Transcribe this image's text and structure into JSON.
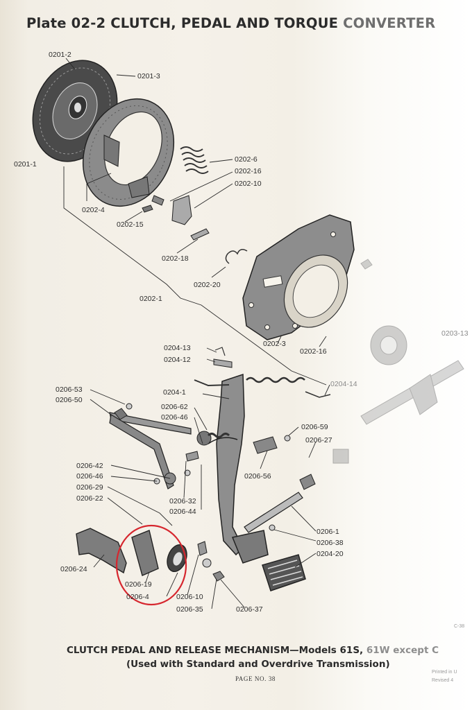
{
  "header": {
    "plate_title": "Plate 02-2  CLUTCH, PEDAL AND TORQUE",
    "plate_title_faded": " CONVERTER"
  },
  "labels": {
    "l0201_2": "0201-2",
    "l0201_3": "0201-3",
    "l0201_1": "0201-1",
    "l0202_6": "0202-6",
    "l0202_16a": "0202-16",
    "l0202_10": "0202-10",
    "l0202_4": "0202-4",
    "l0202_15": "0202-15",
    "l0202_18": "0202-18",
    "l0202_20": "0202-20",
    "l0202_1": "0202-1",
    "l0202_3": "0202-3",
    "l0202_16b": "0202-16",
    "l0204_13": "0204-13",
    "l0204_12": "0204-12",
    "l0204_1": "0204-1",
    "l0204_14": "0204-14",
    "l0206_53": "0206-53",
    "l0206_50": "0206-50",
    "l0206_62": "0206-62",
    "l0206_46a": "0206-46",
    "l0206_59": "0206-59",
    "l0206_27": "0206-27",
    "l0206_42": "0206-42",
    "l0206_46b": "0206-46",
    "l0206_29": "0206-29",
    "l0206_22": "0206-22",
    "l0206_56": "0206-56",
    "l0206_32": "0206-32",
    "l0206_44": "0206-44",
    "l0206_1": "0206-1",
    "l0206_38": "0206-38",
    "l0204_20": "0204-20",
    "l0206_24": "0206-24",
    "l0206_19": "0206-19",
    "l0206_4": "0206-4",
    "l0206_10": "0206-10",
    "l0206_35": "0206-35",
    "l0206_37": "0206-37",
    "l0203_13": "0203-13"
  },
  "caption": {
    "line1": "CLUTCH PEDAL AND RELEASE MECHANISM—Models 61S,",
    "line1_faded": " 61W except C",
    "line2": "(Used with Standard and Overdrive Transmission)",
    "page_no": "PAGE NO. 38"
  },
  "corner": {
    "code": "C-38",
    "printed": "Printed in U",
    "revised": "Revised 4"
  },
  "colors": {
    "ink": "#2a2a2a",
    "highlight_circle": "#d6262e",
    "paper": "#f3efe6"
  }
}
